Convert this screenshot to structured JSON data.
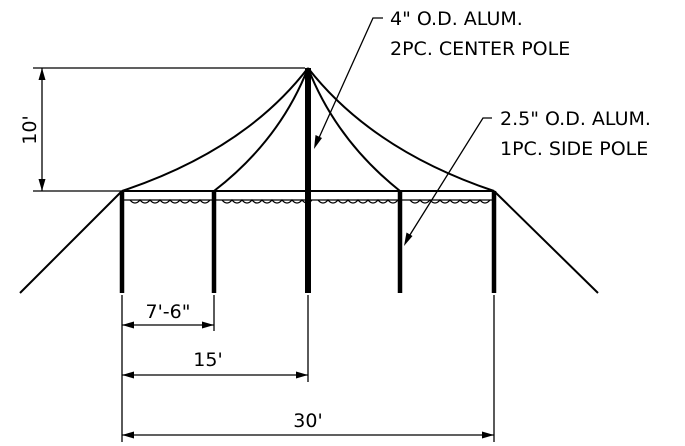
{
  "labels": {
    "center_pole_line1": "4\" O.D. ALUM.",
    "center_pole_line2": "2PC. CENTER POLE",
    "side_pole_line1": "2.5\" O.D. ALUM.",
    "side_pole_line2": "1PC. SIDE POLE"
  },
  "dimensions": {
    "height": "10'",
    "pole_spacing": "7'-6\"",
    "half_width": "15'",
    "full_width": "30'"
  },
  "colors": {
    "line": "#000000",
    "background": "#ffffff"
  }
}
